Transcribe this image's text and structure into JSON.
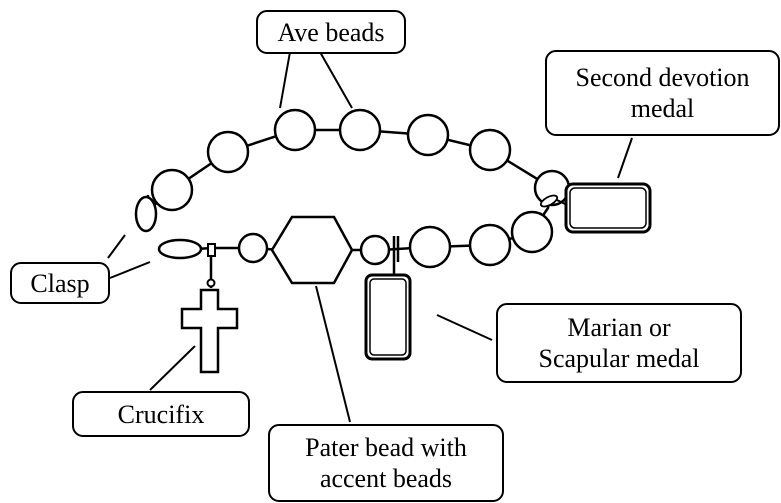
{
  "labels": {
    "ave_beads": "Ave beads",
    "second_devotion_medal": "Second devotion\nmedal",
    "clasp": "Clasp",
    "marian_scapular_medal": "Marian or\nScapular medal",
    "crucifix": "Crucifix",
    "pater_bead": "Pater bead with\naccent beads"
  },
  "colors": {
    "stroke": "#000000",
    "fill": "#ffffff"
  }
}
